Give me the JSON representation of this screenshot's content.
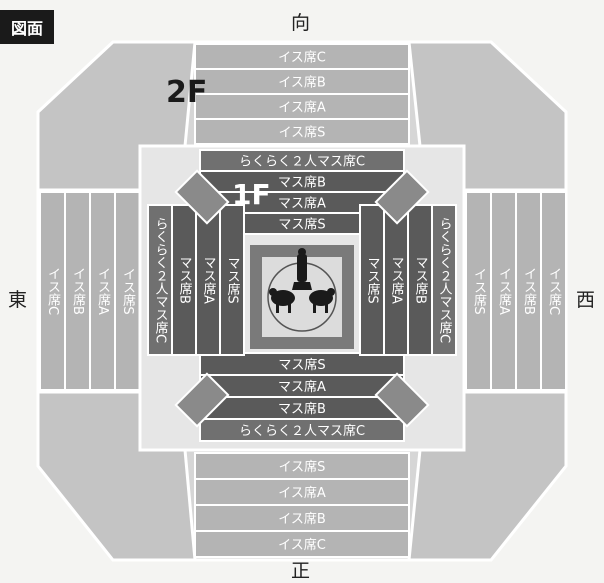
{
  "badge": "図面",
  "directions": {
    "north": "向",
    "south": "正",
    "east": "東",
    "west": "西"
  },
  "floor_labels": {
    "second": "2F",
    "first": "1F"
  },
  "north": {
    "isu": [
      "イス席C",
      "イス席B",
      "イス席A",
      "イス席S"
    ],
    "masu": [
      "らくらく２人マス席C",
      "マス席B",
      "マス席A",
      "マス席S"
    ]
  },
  "south": {
    "isu": [
      "イス席S",
      "イス席A",
      "イス席B",
      "イス席C"
    ],
    "masu": [
      "マス席S",
      "マス席A",
      "マス席B",
      "らくらく２人マス席C"
    ]
  },
  "east": {
    "isu": [
      "イス席C",
      "イス席B",
      "イス席A",
      "イス席S"
    ],
    "masu": [
      "らくらく２人マス席C",
      "マス席B",
      "マス席A",
      "マス席S"
    ]
  },
  "west": {
    "isu": [
      "イス席S",
      "イス席A",
      "イス席B",
      "イス席C"
    ],
    "masu": [
      "マス席S",
      "マス席A",
      "マス席B",
      "らくらく２人マス席C"
    ]
  },
  "colors": {
    "isu_band": "#b4b4b4",
    "masu_band": "#5a5a5a",
    "masu_c_band": "#707070",
    "corner": "#c8c8c8",
    "background": "#f4f4f2"
  }
}
